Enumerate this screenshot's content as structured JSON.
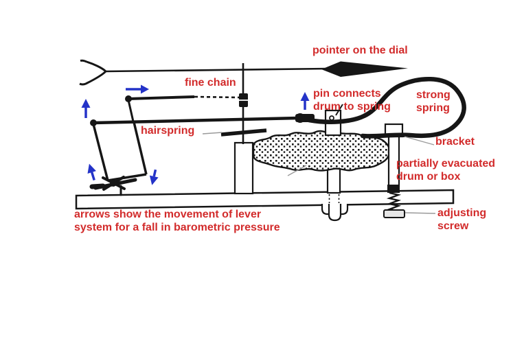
{
  "figure": {
    "type": "labeled-diagram",
    "subject": "aneroid barometer lever mechanism",
    "background": "#ffffff"
  },
  "colors": {
    "label_red": "#d22b2b",
    "arrow_blue": "#2433c8",
    "ink": "#161616",
    "leader_gray": "#9a9a9a"
  },
  "labels": {
    "pointer_on_dial": "pointer on the dial",
    "fine_chain": "fine chain",
    "pin_connects": "pin connects\ndrum to spring",
    "strong_spring": "strong\nspring",
    "hairspring": "hairspring",
    "bracket": "bracket",
    "evacuated_drum": "partially evacuated\ndrum or box",
    "adjusting_screw": "adjusting\nscrew",
    "caption": "arrows show the movement of lever\nsystem for a fall in barometric pressure"
  },
  "arrows": {
    "meaning": "blue arrows show movement direction of lever system for a fall in barometric pressure",
    "directions": [
      "right",
      "up",
      "up-left",
      "down-right",
      "up"
    ]
  }
}
